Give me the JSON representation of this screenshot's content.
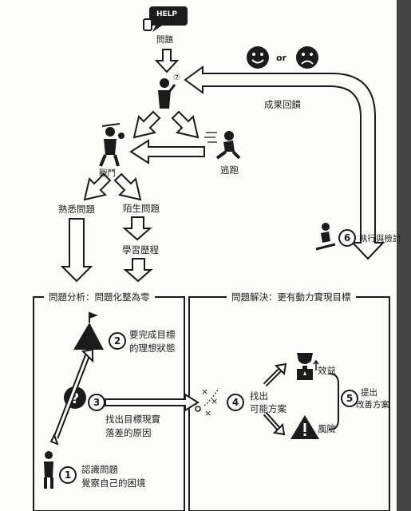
{
  "top": {
    "help_bubble": "HELP",
    "problem": "問題",
    "or_word": "or",
    "result_feedback": "成果回饋",
    "flee": "逃跑",
    "fight": "戰鬥",
    "familiar_problem": "熟悉問題",
    "unfamiliar_problem": "陌生問題",
    "learning_process": "學習歷程"
  },
  "left_box": {
    "title": "問題分析：問題化整為零",
    "step2_line1": "要完成目標",
    "step2_line2": "的理想狀態",
    "step3_line1": "找出目標現實",
    "step3_line2": "落差的原因",
    "step1_line1": "認識問題",
    "step1_line2": "覺察自己的困境"
  },
  "right_box": {
    "title": "問題解決：更有動力實現目標",
    "step4_line1": "找出",
    "step4_line2": "可能方案",
    "benefit": "效益",
    "risk": "風險",
    "step5_line1": "提出",
    "step5_line2": "改善方案",
    "step6": "執行與檢討"
  },
  "numbers": {
    "n1": "1",
    "n2": "2",
    "n3": "3",
    "n4": "4",
    "n5": "5",
    "n6": "6",
    "n7": "⑦"
  }
}
